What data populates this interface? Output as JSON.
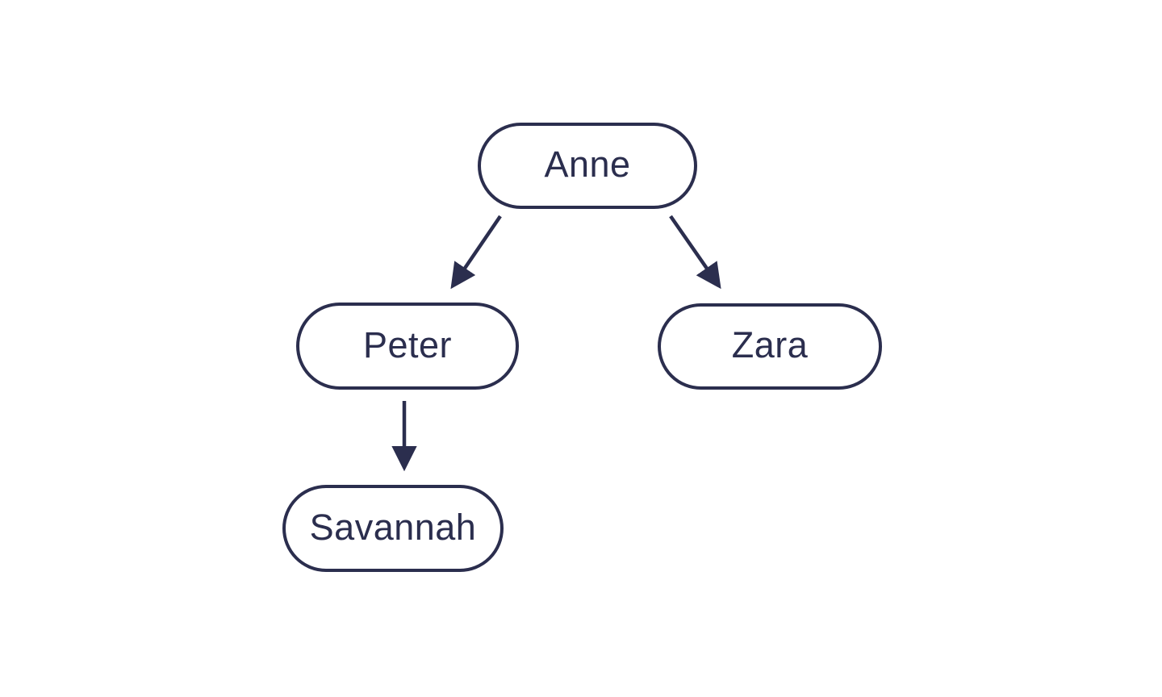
{
  "diagram": {
    "type": "tree",
    "nodes": [
      {
        "id": "anne",
        "label": "Anne"
      },
      {
        "id": "peter",
        "label": "Peter"
      },
      {
        "id": "zara",
        "label": "Zara"
      },
      {
        "id": "savannah",
        "label": "Savannah"
      }
    ],
    "edges": [
      {
        "from": "anne",
        "to": "peter",
        "style": "arrow"
      },
      {
        "from": "anne",
        "to": "zara",
        "style": "arrow"
      },
      {
        "from": "peter",
        "to": "savannah",
        "style": "arrow"
      }
    ],
    "colors": {
      "stroke": "#2b2e4e",
      "node_fill": "#ffffff",
      "background": "#ffffff",
      "text": "#2b2e4e"
    }
  }
}
